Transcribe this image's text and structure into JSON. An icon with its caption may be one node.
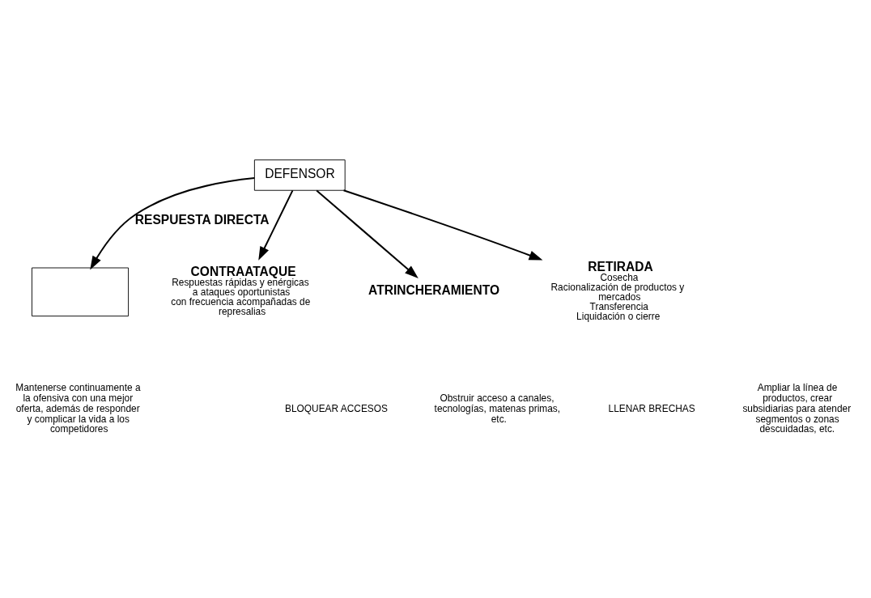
{
  "diagram": {
    "nodes": [
      {
        "text": [],
        "shape": "box"
      },
      {
        "text": [
          "DEFENSOR"
        ]
      },
      {
        "text": [
          "CONTRAATAQUE",
          "Respuestas rápidas y enérgicas a ataques oportunistas",
          "con frecuencia acompañadas de represalias"
        ]
      },
      {
        "text": [
          "ATRINCHERAMIENTO"
        ]
      },
      {
        "text": [
          "RETIRADA",
          "Cosecha",
          "Racionalización de productos y mercados",
          "Transferencia",
          "Liquidación o cierre"
        ]
      }
    ],
    "edges": [
      {
        "from": 1,
        "to": 2,
        "arrow": "to"
      },
      {
        "from": 1,
        "to": 0,
        "arrow": "to",
        "label": "RESPUESTA DIRECTA"
      },
      {
        "from": 1,
        "to": 3,
        "arrow": "to"
      },
      {
        "from": 1,
        "to": 4,
        "arrow": "to"
      }
    ],
    "labels": [
      "Mantenerse continuamente a la ofensiva con una mejor oferta, además de responder y complicar la vida a los competidores",
      "BLOQUEAR ACCESOS",
      "Obstruir acceso a canales, tecnologías, matenas primas, etc.",
      "LLENAR BRECHAS",
      "Ampliar la línea de productos, crear subsidiarias para atender segmentos o zonas descuidadas, etc."
    ]
  }
}
